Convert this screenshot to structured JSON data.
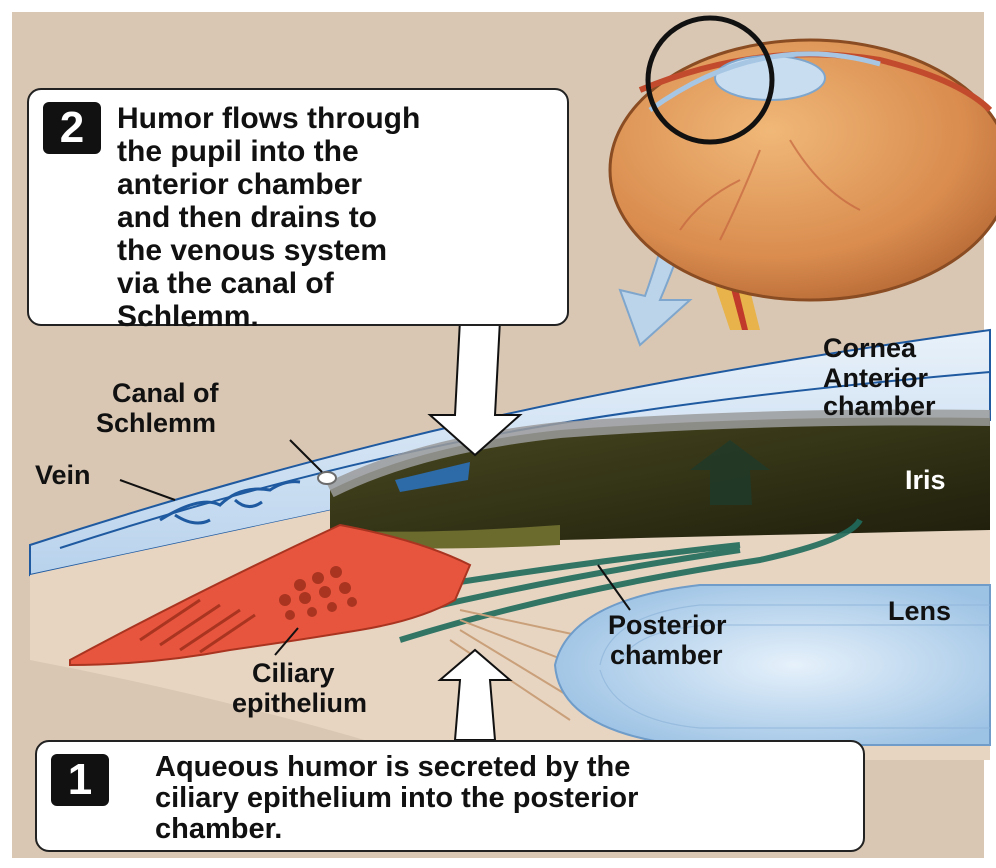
{
  "step2": {
    "number": "2",
    "text": "Humor flows through\nthe pupil into the\nanterior chamber\nand then drains to\nthe venous system\nvia the canal of\nSchlemm."
  },
  "step1": {
    "number": "1",
    "text": "Aqueous humor is secreted by the\nciliary epithelium into the posterior\nchamber."
  },
  "labels": {
    "cornea": "Cornea",
    "anterior_chamber_1": "Anterior",
    "anterior_chamber_2": "chamber",
    "canal_1": "Canal of",
    "canal_2": "Schlemm",
    "vein": "Vein",
    "iris": "Iris",
    "lens": "Lens",
    "posterior_1": "Posterior",
    "posterior_2": "chamber",
    "ciliary_1": "Ciliary",
    "ciliary_2": "epithelium"
  },
  "colors": {
    "background": "#d9c7b3",
    "cornea": "#cfe0f2",
    "iris": "#2e2e14",
    "ciliary": "#e8553e",
    "lens": "#b9d6ee",
    "flow_arrow": "#1f6b5c"
  }
}
